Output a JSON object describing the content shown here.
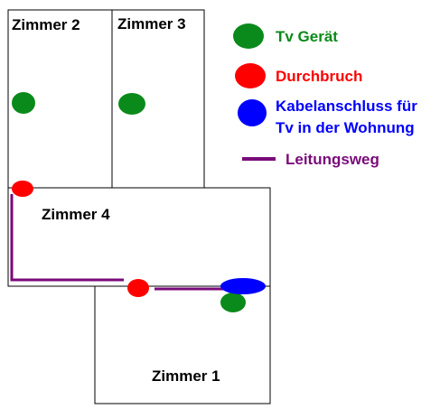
{
  "colors": {
    "background": "#ffffff",
    "wall": "#000000",
    "tv_device": "#0a8a1a",
    "breakthrough": "#ff0000",
    "cable_connection": "#0000ff",
    "cable_route": "#7a0a7a"
  },
  "rooms": [
    {
      "id": "room2",
      "label": "Zimmer 2"
    },
    {
      "id": "room3",
      "label": "Zimmer 3"
    },
    {
      "id": "room4",
      "label": "Zimmer 4"
    },
    {
      "id": "room1",
      "label": "Zimmer 1"
    }
  ],
  "legend": [
    {
      "symbol": "tv-device",
      "label_lines": [
        "Tv Gerät"
      ]
    },
    {
      "symbol": "breakthrough",
      "label_lines": [
        "Durchbruch"
      ]
    },
    {
      "symbol": "cable-connection",
      "label_lines": [
        "Kabelanschluss für",
        "Tv in der Wohnung"
      ]
    },
    {
      "symbol": "cable-route",
      "label_lines": [
        "Leitungsweg"
      ]
    }
  ]
}
